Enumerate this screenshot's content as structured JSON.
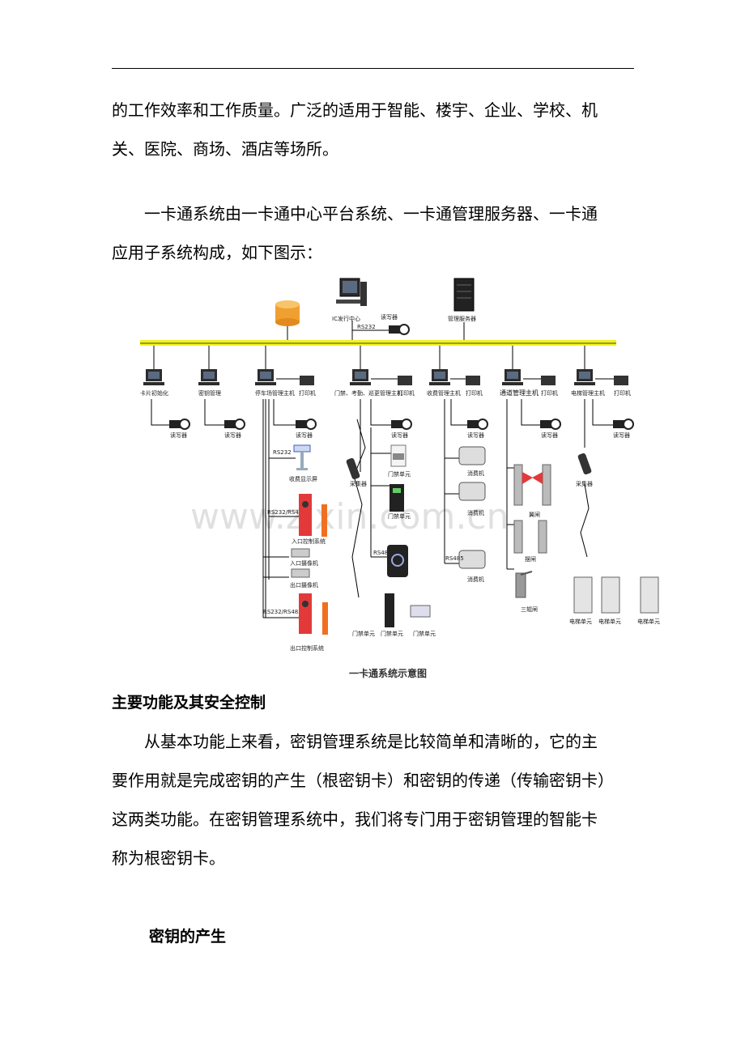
{
  "paragraph_1": {
    "line_1": "的工作效率和工作质量。广泛的适用于智能、楼宇、企业、学校、机",
    "line_2": "关、医院、商场、酒店等场所。"
  },
  "paragraph_2": {
    "line_1": "　　一卡通系统由一卡通中心平台系统、一卡通管理服务器、一卡通",
    "line_2": "应用子系统构成，如下图示："
  },
  "figure": {
    "caption": "一卡通系统示意图",
    "watermark": "www.zixin.com.cn",
    "labels": {
      "ic_center": "IC发行中心",
      "reader_top": "读写器",
      "rs232_top": "RS232",
      "mgmt_server": "管理服务器",
      "card_init": "卡片初始化",
      "key_mgmt": "密钥管理",
      "parking_host": "停车场管理主机",
      "printer": "打印机",
      "door_host": "门禁、考勤、巡更管理主机",
      "fee_host": "收费管理主机",
      "channel_host": "通道管理主机",
      "elevator_host": "电梯管理主机",
      "reader": "读写器",
      "rs232": "RS232",
      "fee_display": "收费显示屏",
      "rs232_485": "RS232/RS485",
      "entry_ctrl": "入口控制系统",
      "entry_camera": "入口摄像机",
      "exit_camera": "出口摄像机",
      "exit_ctrl": "出口控制系统",
      "collector": "采集器",
      "door_unit": "门禁单元",
      "rs485_door": "RS485",
      "rs485_fee": "RS485",
      "consumer": "消费机",
      "wing_gate": "翼闸",
      "swing_gate": "摆闸",
      "tripod_gate": "三辊闸",
      "elevator_unit": "电梯单元"
    }
  },
  "section_heading": "主要功能及其安全控制",
  "paragraph_3": {
    "line_1": "　　从基本功能上来看，密钥管理系统是比较简单和清晰的，它的主",
    "line_2": "要作用就是完成密钥的产生（根密钥卡）和密钥的传递（传输密钥卡）",
    "line_3": "这两类功能。在密钥管理系统中，我们将专门用于密钥管理的智能卡",
    "line_4": "称为根密钥卡。"
  },
  "subsection_heading": "密钥的产生",
  "colors": {
    "bus": "#f2f21e",
    "database": "#f0a030",
    "gate_red": "#e23a3a",
    "barrier": "#f07020"
  }
}
